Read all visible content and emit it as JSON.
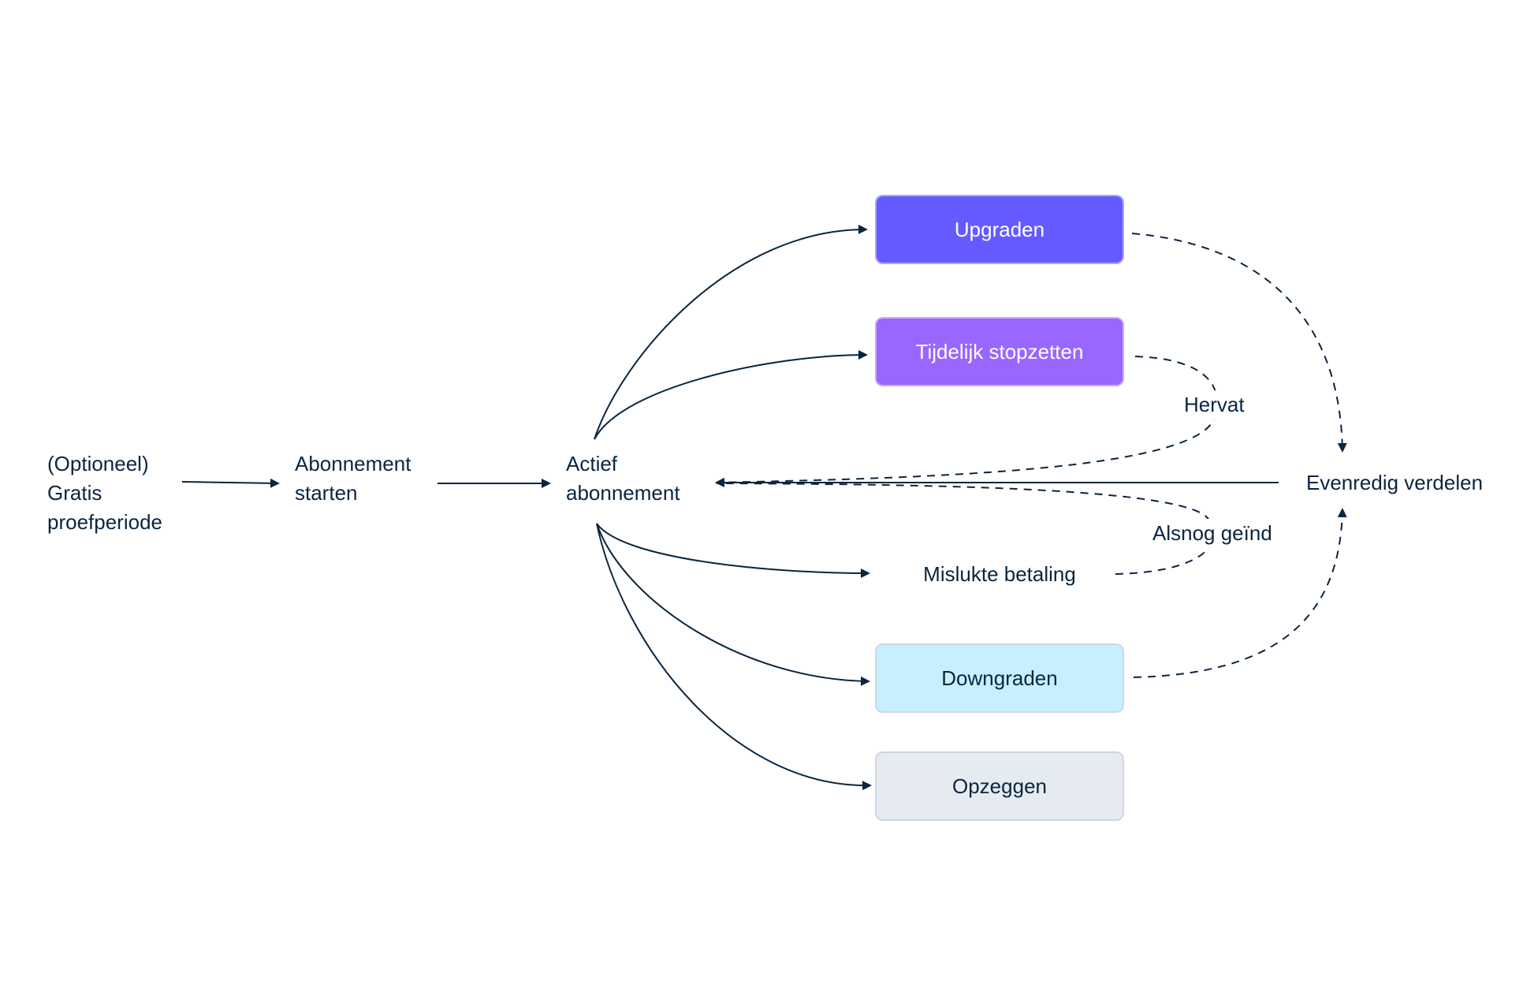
{
  "nodes": {
    "trial_line1": "(Optioneel)",
    "trial_line2": "Gratis",
    "trial_line3": "proefperiode",
    "start_line1": "Abonnement",
    "start_line2": "starten",
    "active_line1": "Actief",
    "active_line2": "abonnement",
    "upgrade": "Upgraden",
    "pause": "Tijdelijk stopzetten",
    "failed_payment": "Mislukte betaling",
    "downgrade": "Downgraden",
    "cancel": "Opzeggen",
    "prorate": "Evenredig verdelen"
  },
  "edge_labels": {
    "resumed": "Hervat",
    "collected": "Alsnog geïnd"
  },
  "colors": {
    "text": "#0a2540",
    "upgrade": "#635bff",
    "pause": "#9966ff",
    "downgrade": "#c6f0ff",
    "cancel": "#e6ebf1"
  }
}
